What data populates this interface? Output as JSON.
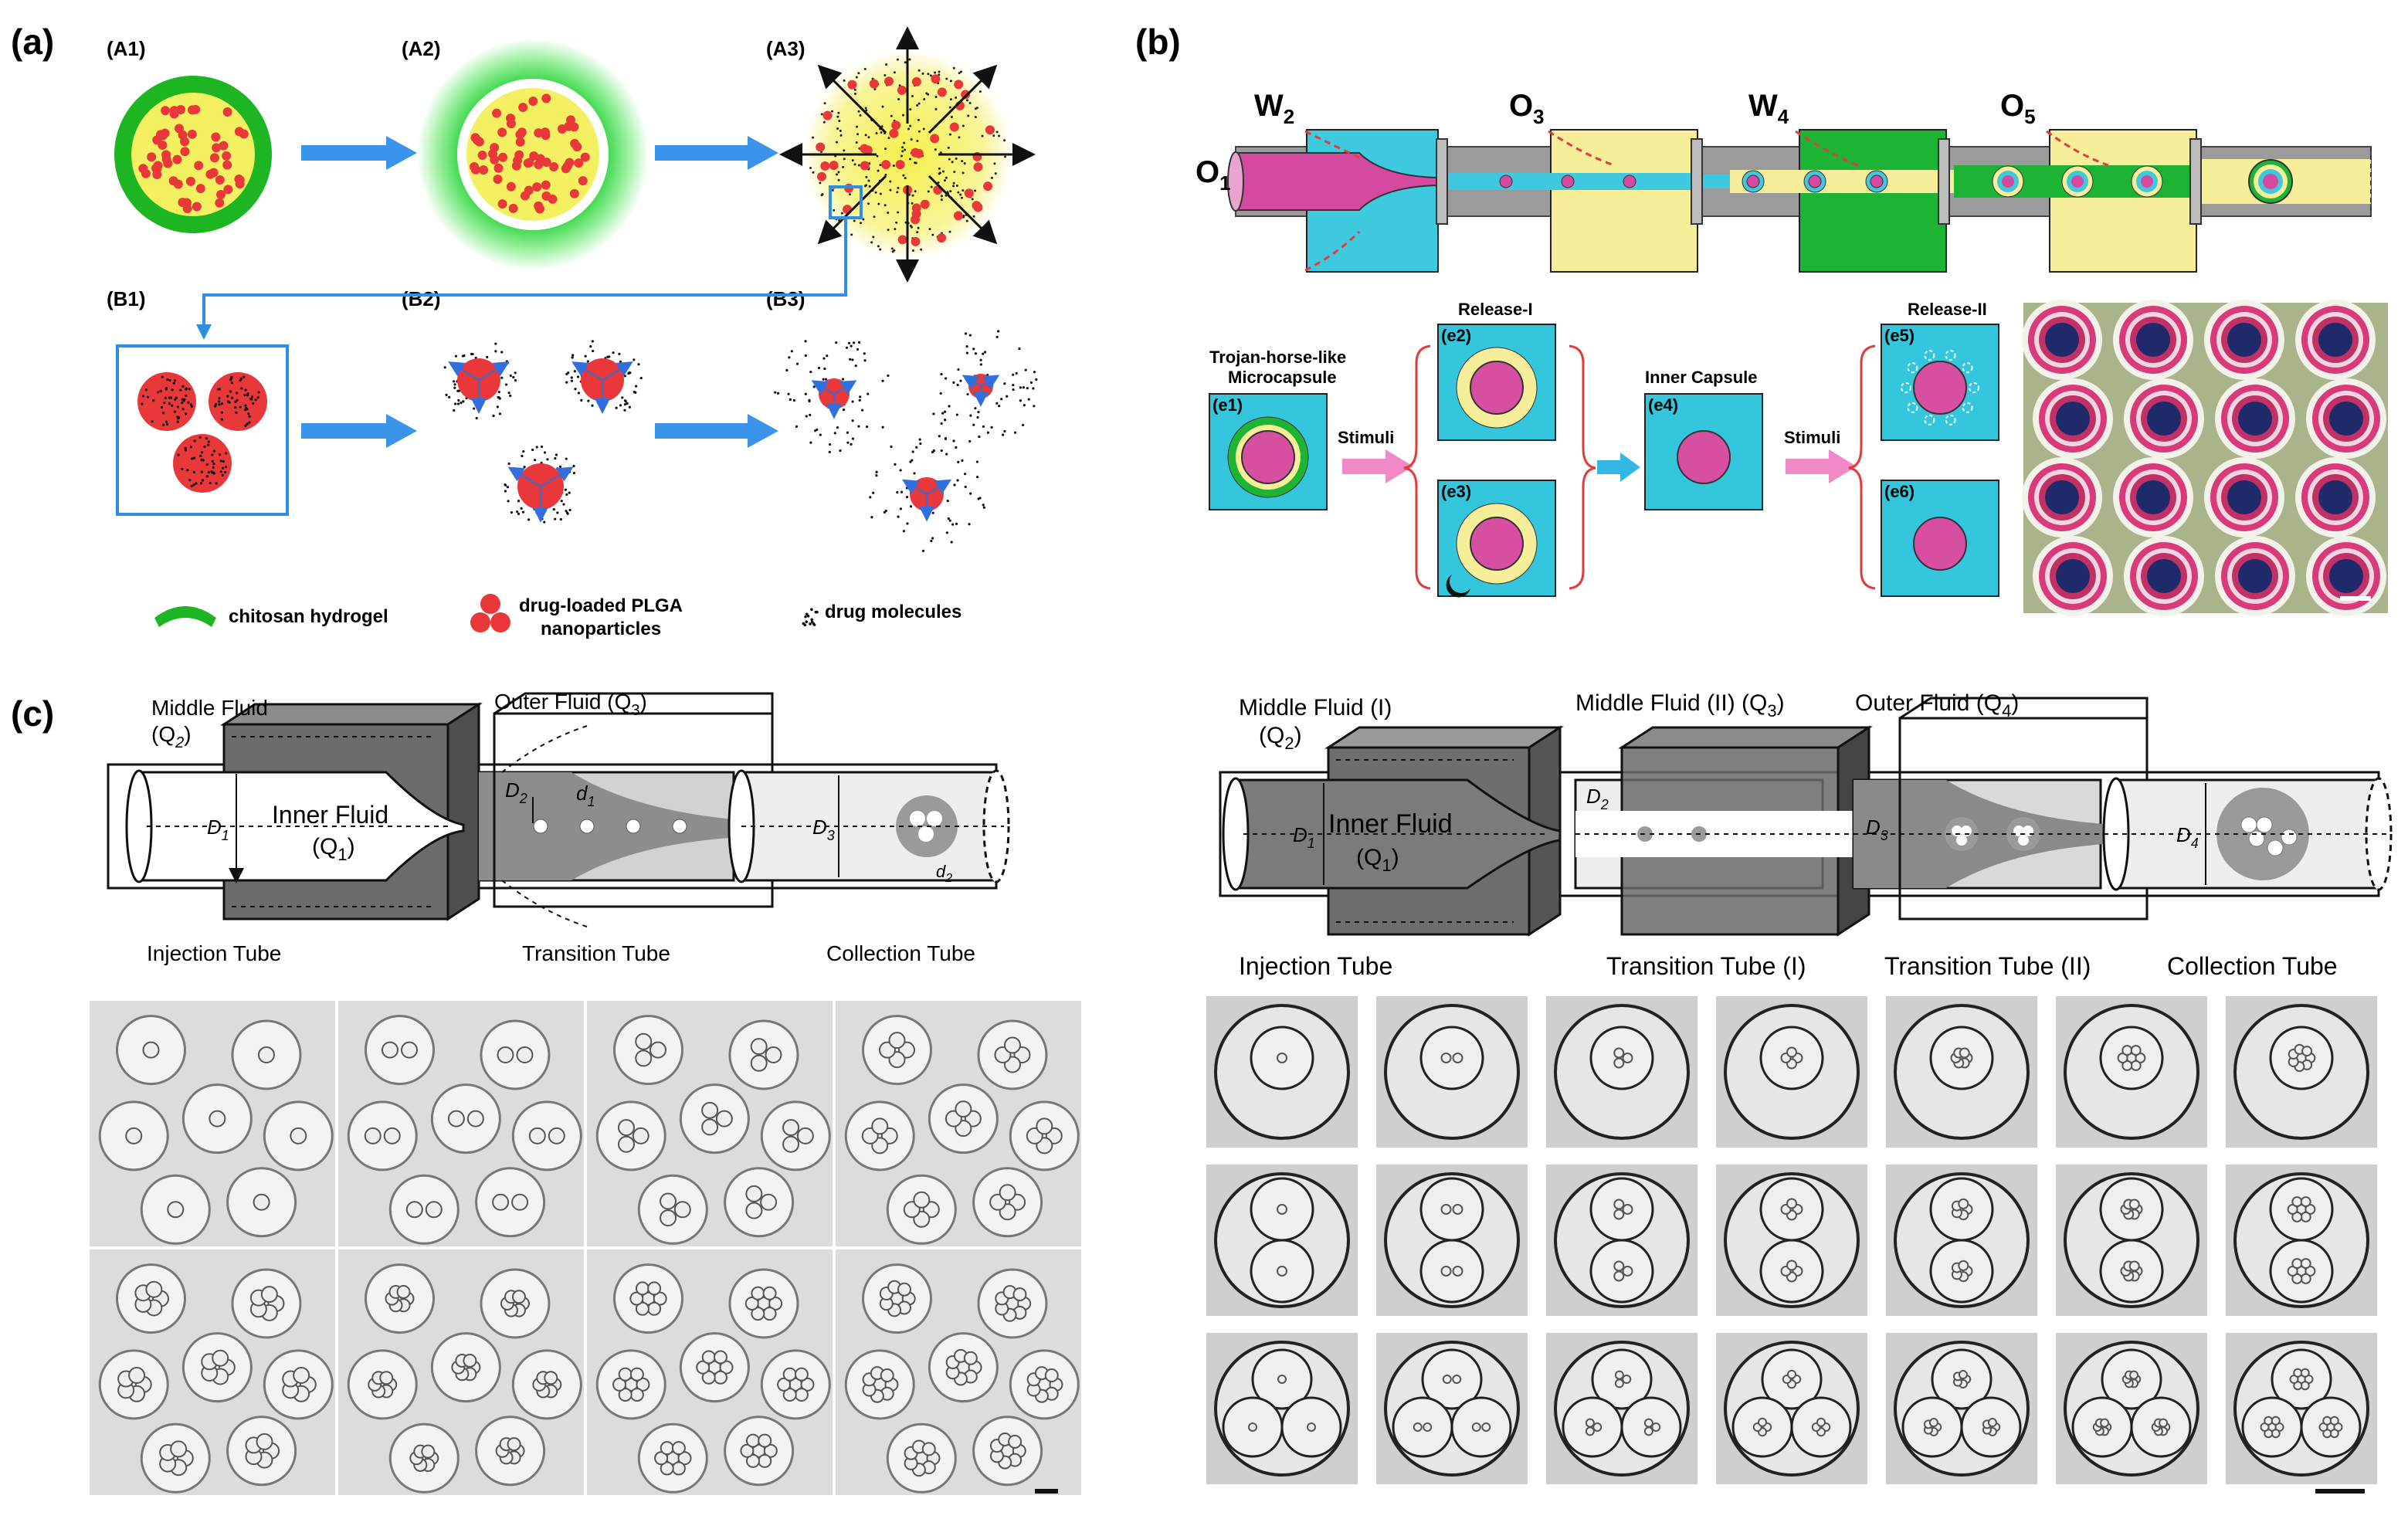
{
  "panels": {
    "a": {
      "label": "(a)",
      "sublabels": {
        "A1": "(A1)",
        "A2": "(A2)",
        "A3": "(A3)",
        "B1": "(B1)",
        "B2": "(B2)",
        "B3": "(B3)"
      },
      "legend": {
        "hydrogel": "chitosan hydrogel",
        "pla_line1": "drug-loaded PLGA",
        "pla_line2": "nanoparticles",
        "drug": "drug molecules"
      },
      "colors": {
        "hydrogel": "#19b31e",
        "particle": "#e8383a",
        "core": "#f2f25a",
        "arrow": "#2c8fe8"
      }
    },
    "b": {
      "label": "(b)",
      "phases": {
        "o1": {
          "main": "O",
          "sub": "1"
        },
        "w2": {
          "main": "W",
          "sub": "2"
        },
        "o3": {
          "main": "O",
          "sub": "3"
        },
        "w4": {
          "main": "W",
          "sub": "4"
        },
        "o5": {
          "main": "O",
          "sub": "5"
        }
      },
      "labels": {
        "trojan_line1": "Trojan-horse-like",
        "trojan_line2": "Microcapsule",
        "release1": "Release-I",
        "release2": "Release-II",
        "inner_capsule": "Inner Capsule",
        "stimuli1": "Stimuli",
        "stimuli2": "Stimuli"
      },
      "boxes": [
        "(e1)",
        "(e2)",
        "(e3)",
        "(e4)",
        "(e5)",
        "(e6)"
      ],
      "colors": {
        "cyan": "#35c9dd",
        "yellow": "#fbf19c",
        "green": "#1bb532",
        "magenta": "#d4509e",
        "gray": "#8e8e8e"
      }
    },
    "c": {
      "label": "(c)",
      "left": {
        "middle_fluid": "Middle Fluid",
        "q2": "(Q",
        "q2sub": "2",
        "outer_fluid": "Outer Fluid (Q",
        "q3sub": "3",
        "inner_fluid": "Inner Fluid",
        "q1": "(Q",
        "q1sub": "1",
        "injection_tube": "Injection Tube",
        "transition_tube": "Transition Tube",
        "collection_tube": "Collection Tube",
        "d_labels": [
          "D",
          "D",
          "d",
          "D",
          "d"
        ],
        "d_subs": [
          "1",
          "2",
          "1",
          "3",
          "2"
        ]
      },
      "right": {
        "middle_fluid_1": "Middle Fluid (I)",
        "q2": "(Q",
        "q2sub": "2",
        "middle_fluid_2": "Middle Fluid (II) (Q",
        "q3sub": "3",
        "outer_fluid": "Outer Fluid (Q",
        "q4sub": "4",
        "inner_fluid": "Inner Fluid",
        "q1": "(Q",
        "q1sub": "1",
        "injection_tube": "Injection Tube",
        "transition_tube_1": "Transition Tube (I)",
        "transition_tube_2": "Transition Tube (II)",
        "collection_tube": "Collection Tube",
        "d_labels": [
          "D",
          "D",
          "D",
          "D"
        ],
        "d_subs": [
          "1",
          "2",
          "3",
          "4"
        ]
      },
      "left_grid_counts": [
        1,
        2,
        3,
        4,
        5,
        6,
        7,
        8
      ],
      "right_grid": {
        "row1": [
          1,
          2,
          3,
          4,
          6,
          7,
          8
        ],
        "row2": [
          1,
          2,
          3,
          4,
          5,
          6,
          7
        ],
        "row3": [
          1,
          2,
          3,
          4,
          5,
          6,
          7
        ]
      }
    }
  }
}
